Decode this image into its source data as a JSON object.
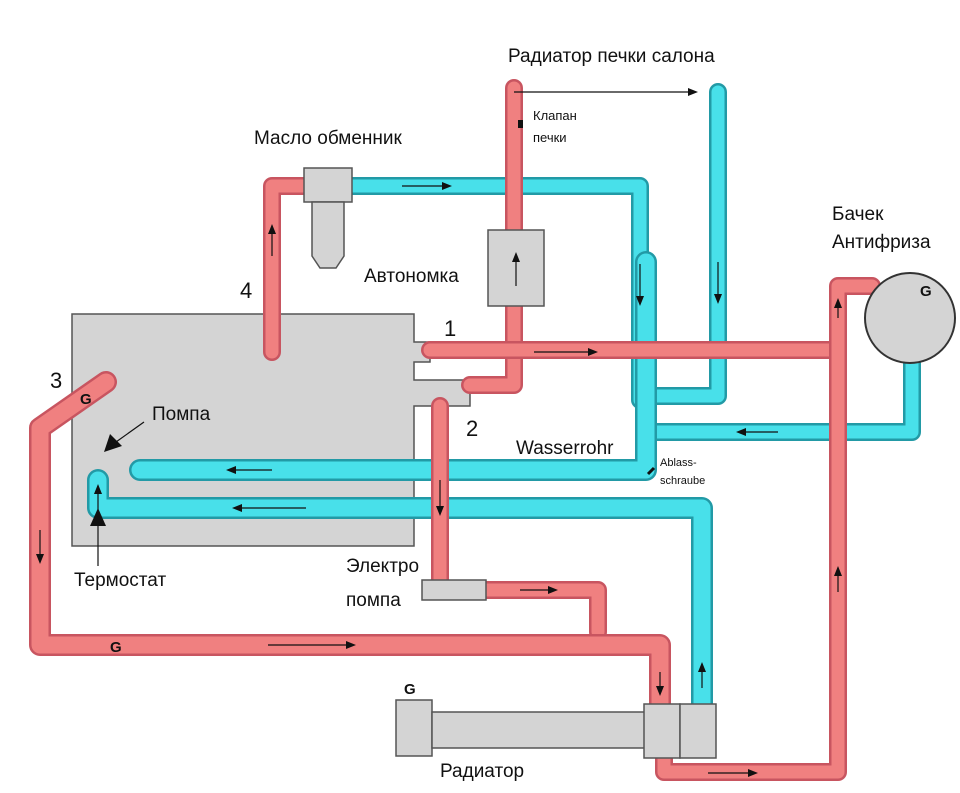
{
  "labels": {
    "heater_radiator": "Радиатор печки салона",
    "heater_valve_1": "Клапан",
    "heater_valve_2": "печки",
    "oil_cooler": "Масло обменник",
    "autonomous_heater": "Автономка",
    "tank_1": "Бачек",
    "tank_2": "Антифриза",
    "pump": "Помпа",
    "thermostat": "Термостат",
    "water_pipe": "Wasserrohr",
    "drain_screw_1": "Ablass-",
    "drain_screw_2": "schraube",
    "electric_pump_1": "Электро",
    "electric_pump_2": "помпа",
    "radiator": "Радиатор"
  },
  "port_numbers": [
    "1",
    "2",
    "3",
    "4"
  ],
  "g_markers": [
    "G",
    "G",
    "G",
    "G"
  ],
  "colors": {
    "hot_pipe": "#f08080",
    "cold_pipe": "#48e0ea",
    "component": "#d4d4d4"
  }
}
